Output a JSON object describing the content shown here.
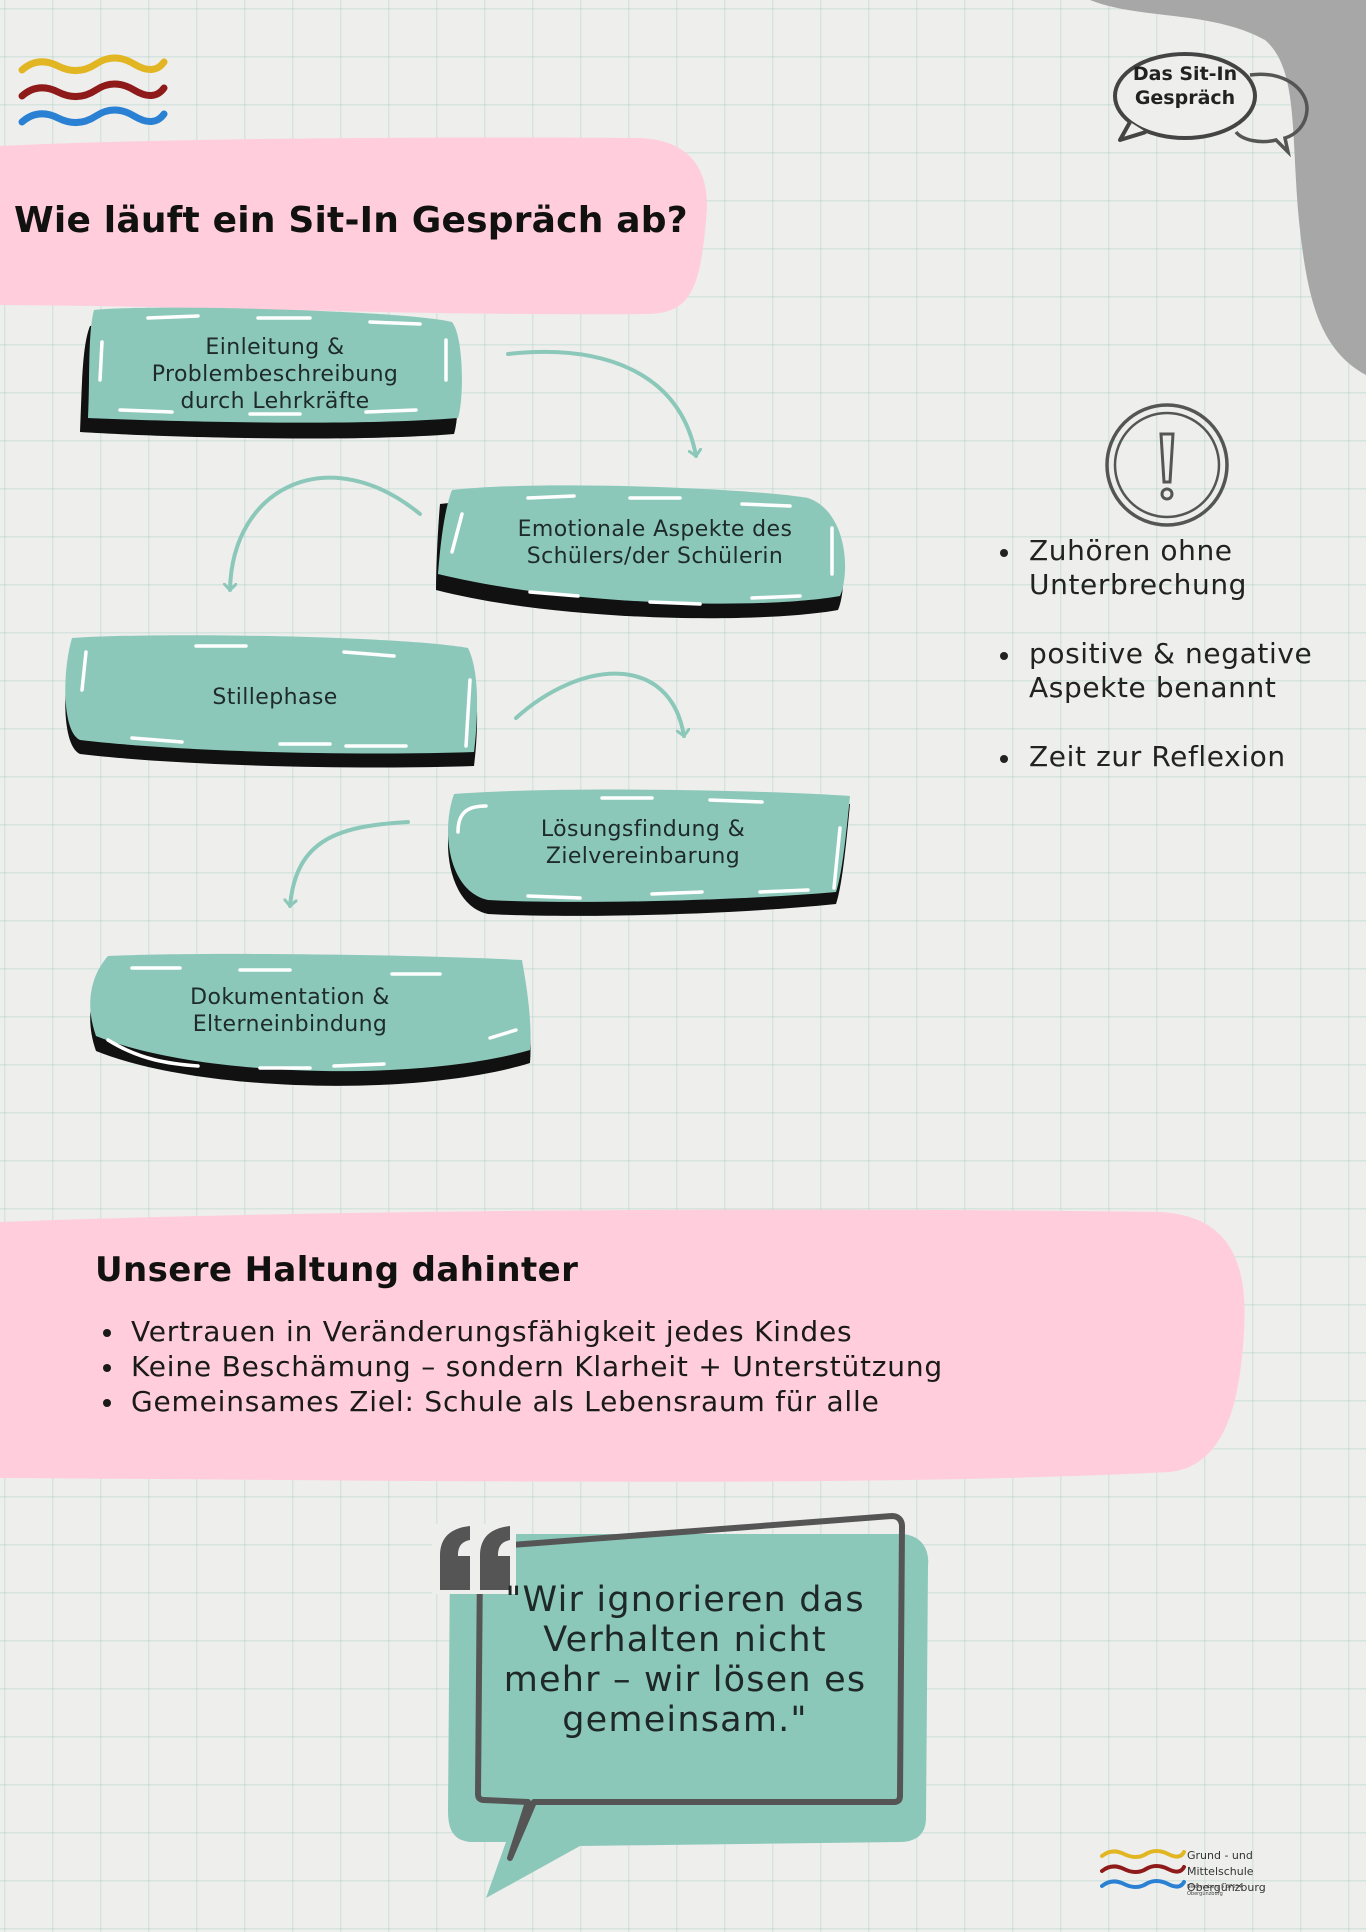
{
  "brand": {
    "logo_colors": [
      "#e2b623",
      "#8e1a1a",
      "#2a80d2"
    ],
    "corner_badge_text": "Das Sit-In Gespräch"
  },
  "colors": {
    "pink_band": "#ffcddc",
    "teal": "#8cc8ba",
    "grey_blob": "#a7a7a7"
  },
  "title": "Wie läuft ein Sit-In Gespräch ab?",
  "steps": [
    {
      "label": "Einleitung &\nProblembeschreibung\ndurch Lehrkräfte"
    },
    {
      "label": "Emotionale Aspekte des\nSchülers/der Schülerin"
    },
    {
      "label": "Stillephase"
    },
    {
      "label": "Lösungsfindung &\nZielvereinbarung"
    },
    {
      "label": "Dokumentation &\nElterneinbindung"
    }
  ],
  "side_notes": {
    "icon": "exclamation-circle-icon",
    "items": [
      "Zuhören ohne Unterbrechung",
      "positive & negative Aspekte benannt",
      "Zeit zur Reflexion"
    ]
  },
  "haltung": {
    "title": "Unsere Haltung dahinter",
    "items": [
      "Vertrauen in Veränderungsfähigkeit jedes Kindes",
      "Keine Beschämung – sondern Klarheit + Unterstützung",
      "Gemeinsames Ziel: Schule als Lebensraum für alle"
    ]
  },
  "quote": {
    "icon": "quotation-mark-icon",
    "text": "\"Wir ignorieren das Verhalten nicht mehr – wir lösen es gemeinsam.\""
  },
  "footer": {
    "school_name": "Grund - und Mittelschule Obergünzburg",
    "address": "Nikolausberg 5 87634 Obergünzburg"
  }
}
